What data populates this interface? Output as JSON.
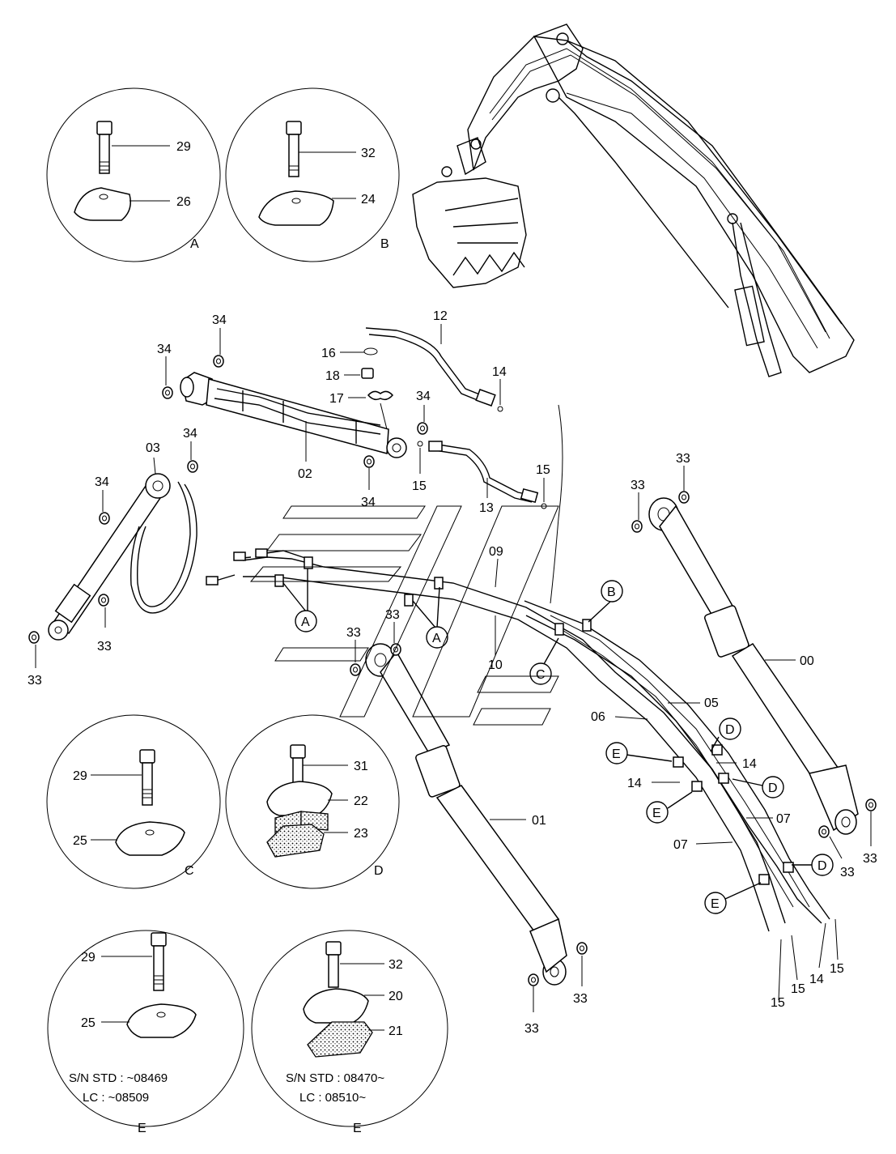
{
  "parts": {
    "p00": "00",
    "p01": "01",
    "p02": "02",
    "p03": "03",
    "p05": "05",
    "p06": "06",
    "p07": "07",
    "p09": "09",
    "p10": "10",
    "p12": "12",
    "p13": "13",
    "p14": "14",
    "p15": "15",
    "p16": "16",
    "p17": "17",
    "p18": "18",
    "p20": "20",
    "p21": "21",
    "p22": "22",
    "p23": "23",
    "p24": "24",
    "p25": "25",
    "p26": "26",
    "p29": "29",
    "p31": "31",
    "p32": "32",
    "p33": "33",
    "p34": "34"
  },
  "views": {
    "A": "A",
    "B": "B",
    "C": "C",
    "D": "D",
    "E": "E"
  },
  "serial": {
    "old_std": "S/N STD : ~08469",
    "old_lc": "LC   : ~08509",
    "new_std": "S/N  STD : 08470~",
    "new_lc": "LC   : 08510~"
  }
}
